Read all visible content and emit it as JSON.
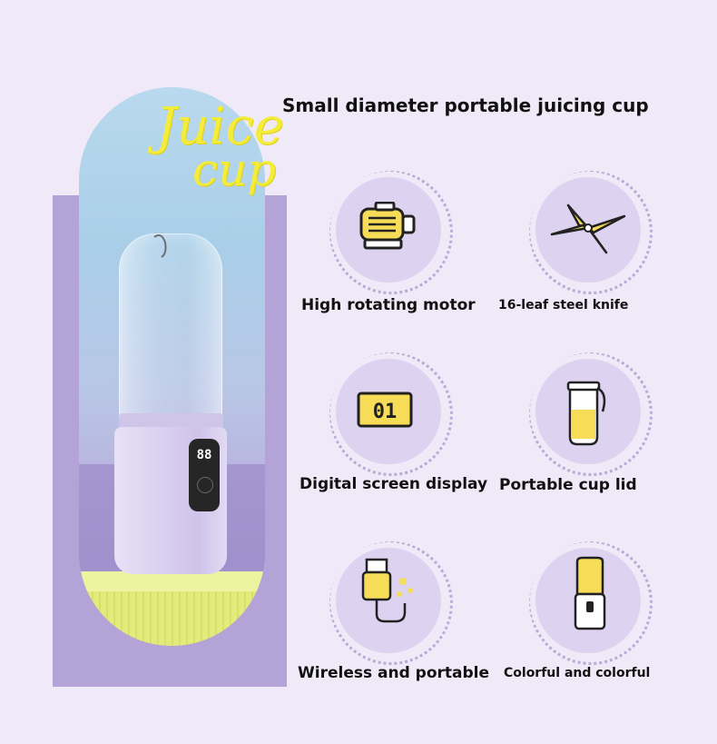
{
  "hero": {
    "juice_word": "Juice",
    "cup_word": "cup",
    "display_digits": "88"
  },
  "title": "Small diameter portable juicing cup",
  "features": [
    {
      "label": "High rotating motor",
      "icon": "motor-icon"
    },
    {
      "label": "16-leaf steel knife",
      "icon": "blade-icon"
    },
    {
      "label": "Digital screen display",
      "icon": "digital-display-icon",
      "icon_text": "01"
    },
    {
      "label": "Portable cup lid",
      "icon": "cup-lid-icon"
    },
    {
      "label": "Wireless and portable",
      "icon": "usb-plug-icon"
    },
    {
      "label": "Colorful and colorful",
      "icon": "blender-bottle-icon"
    }
  ],
  "colors": {
    "background": "#efe9f8",
    "accent_yellow": "#f6dc57",
    "lavender": "#b3a3d6"
  }
}
